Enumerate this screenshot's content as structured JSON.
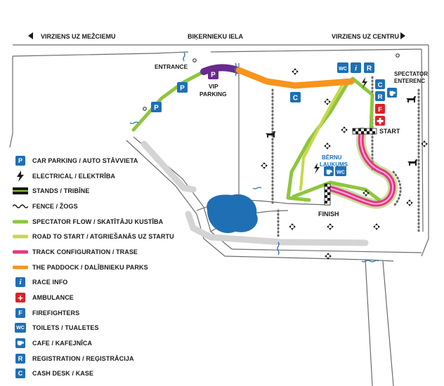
{
  "top_labels": {
    "left": "VIRZIENS UZ MEŽCIEMU",
    "middle": "BIĶERNIEKU IELA",
    "right": "VIRZIENS UZ CENTRU"
  },
  "map_labels": {
    "entrance": "ENTRANCE",
    "vip_parking_1": "VIP",
    "vip_parking_2": "PARKING",
    "spectator_entrance_1": "SPECTATOR",
    "spectator_entrance_2": "ENTERENC",
    "start": "START",
    "finish": "FINISH",
    "children_area_1": "BĒRNU",
    "children_area_2": "LAUKUMS"
  },
  "icons": {
    "parking": "P",
    "info": "i",
    "firefighters": "F",
    "toilets": "WC",
    "registration": "R",
    "cash_desk": "C"
  },
  "legend": [
    {
      "key": "parking",
      "symbol": "P",
      "text": "CAR PARKING / AUTO STĀVVIETA"
    },
    {
      "key": "electrical",
      "symbol": "",
      "text": "ELECTRICAL / ELEKTRĪBA"
    },
    {
      "key": "stands",
      "symbol": "",
      "text": "STANDS / TRIBĪNE"
    },
    {
      "key": "fence",
      "symbol": "",
      "text": "FENCE / ŽOGS"
    },
    {
      "key": "spectator_flow",
      "symbol": "",
      "text": "SPECTATOR FLOW / SKATĪTĀJU KUSTĪBA"
    },
    {
      "key": "road_to_start",
      "symbol": "",
      "text": "ROAD TO START / ATGRIEŠANĀS UZ STARTU"
    },
    {
      "key": "track",
      "symbol": "",
      "text": "TRACK CONFIGURATION / TRASE"
    },
    {
      "key": "paddock",
      "symbol": "",
      "text": "THE PADDOCK / DALĪBNIEKU PARKS"
    },
    {
      "key": "race_info",
      "symbol": "i",
      "text": "RACE INFO"
    },
    {
      "key": "ambulance",
      "symbol": "+",
      "text": "AMBULANCE"
    },
    {
      "key": "firefighters",
      "symbol": "F",
      "text": "FIREFIGHTERS"
    },
    {
      "key": "toilets",
      "symbol": "WC",
      "text": "TOILETS / TUALETES"
    },
    {
      "key": "cafe",
      "symbol": "",
      "text": "CAFE / KAFEJNĪCA"
    },
    {
      "key": "registration",
      "symbol": "R",
      "text": "REGISTRATION / REĢISTRĀCIJA"
    },
    {
      "key": "cash_desk",
      "symbol": "C",
      "text": "CASH DESK / KASE"
    }
  ],
  "colors": {
    "road_outline": "#6b6b6b",
    "icon_blue": "#1f6fb5",
    "icon_red": "#d8232a",
    "spectator_flow": "#8dc63f",
    "road_to_start": "#c8d84a",
    "track": "#e8358a",
    "paddock": "#f7941d",
    "vip": "#6a2a8e",
    "lake": "#1f6fb5",
    "gray_band": "#d4d4d4",
    "fence": "#1f6fb5"
  }
}
